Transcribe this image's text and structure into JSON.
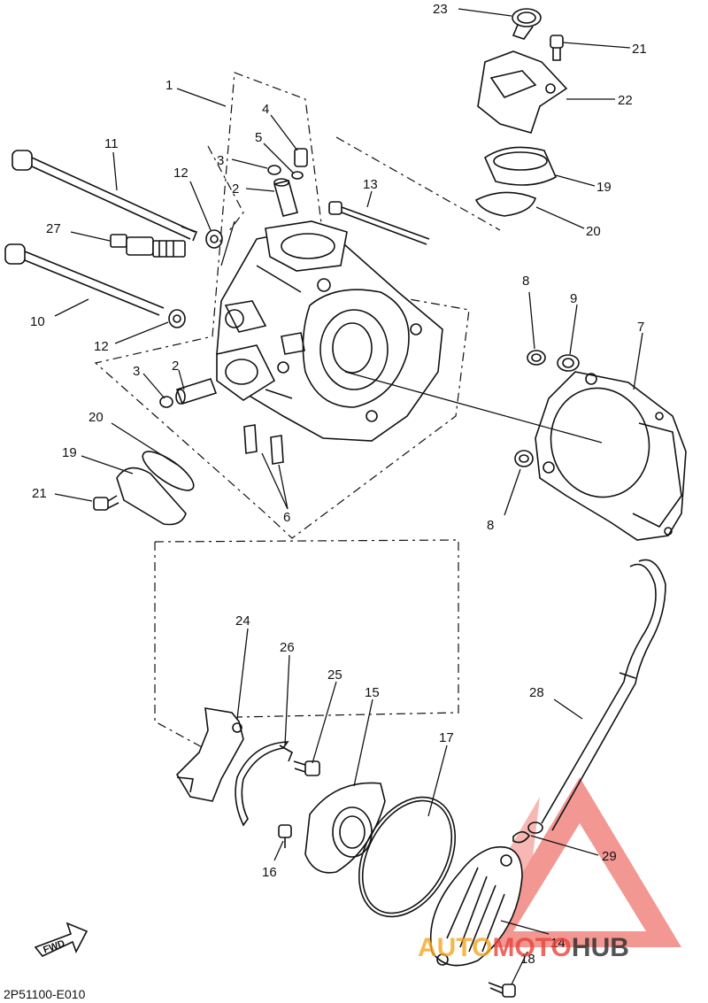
{
  "diagram_code": "2P51100-E010",
  "fwd_label": "FWD",
  "watermark": {
    "part1": "AUTO",
    "part2": "MOTO",
    "part3": "HUB",
    "color1": "#f5a623",
    "color2": "#e8433a",
    "color3": "#2b2b2b"
  },
  "callouts": [
    {
      "id": "c23",
      "text": "23"
    },
    {
      "id": "c21a",
      "text": "21"
    },
    {
      "id": "c22",
      "text": "22"
    },
    {
      "id": "c19a",
      "text": "19"
    },
    {
      "id": "c20a",
      "text": "20"
    },
    {
      "id": "c1",
      "text": "1"
    },
    {
      "id": "c4",
      "text": "4"
    },
    {
      "id": "c5",
      "text": "5"
    },
    {
      "id": "c3a",
      "text": "3"
    },
    {
      "id": "c2a",
      "text": "2"
    },
    {
      "id": "c11",
      "text": "11"
    },
    {
      "id": "c12a",
      "text": "12"
    },
    {
      "id": "c13",
      "text": "13"
    },
    {
      "id": "c27",
      "text": "27"
    },
    {
      "id": "c10",
      "text": "10"
    },
    {
      "id": "c12b",
      "text": "12"
    },
    {
      "id": "c3b",
      "text": "3"
    },
    {
      "id": "c2b",
      "text": "2"
    },
    {
      "id": "c8a",
      "text": "8"
    },
    {
      "id": "c9",
      "text": "9"
    },
    {
      "id": "c7",
      "text": "7"
    },
    {
      "id": "c20b",
      "text": "20"
    },
    {
      "id": "c19b",
      "text": "19"
    },
    {
      "id": "c21b",
      "text": "21"
    },
    {
      "id": "c6",
      "text": "6"
    },
    {
      "id": "c8b",
      "text": "8"
    },
    {
      "id": "c24",
      "text": "24"
    },
    {
      "id": "c26",
      "text": "26"
    },
    {
      "id": "c25",
      "text": "25"
    },
    {
      "id": "c15",
      "text": "15"
    },
    {
      "id": "c17",
      "text": "17"
    },
    {
      "id": "c28",
      "text": "28"
    },
    {
      "id": "c29",
      "text": "29"
    },
    {
      "id": "c16",
      "text": "16"
    },
    {
      "id": "c14",
      "text": "14"
    },
    {
      "id": "c18",
      "text": "18"
    }
  ]
}
